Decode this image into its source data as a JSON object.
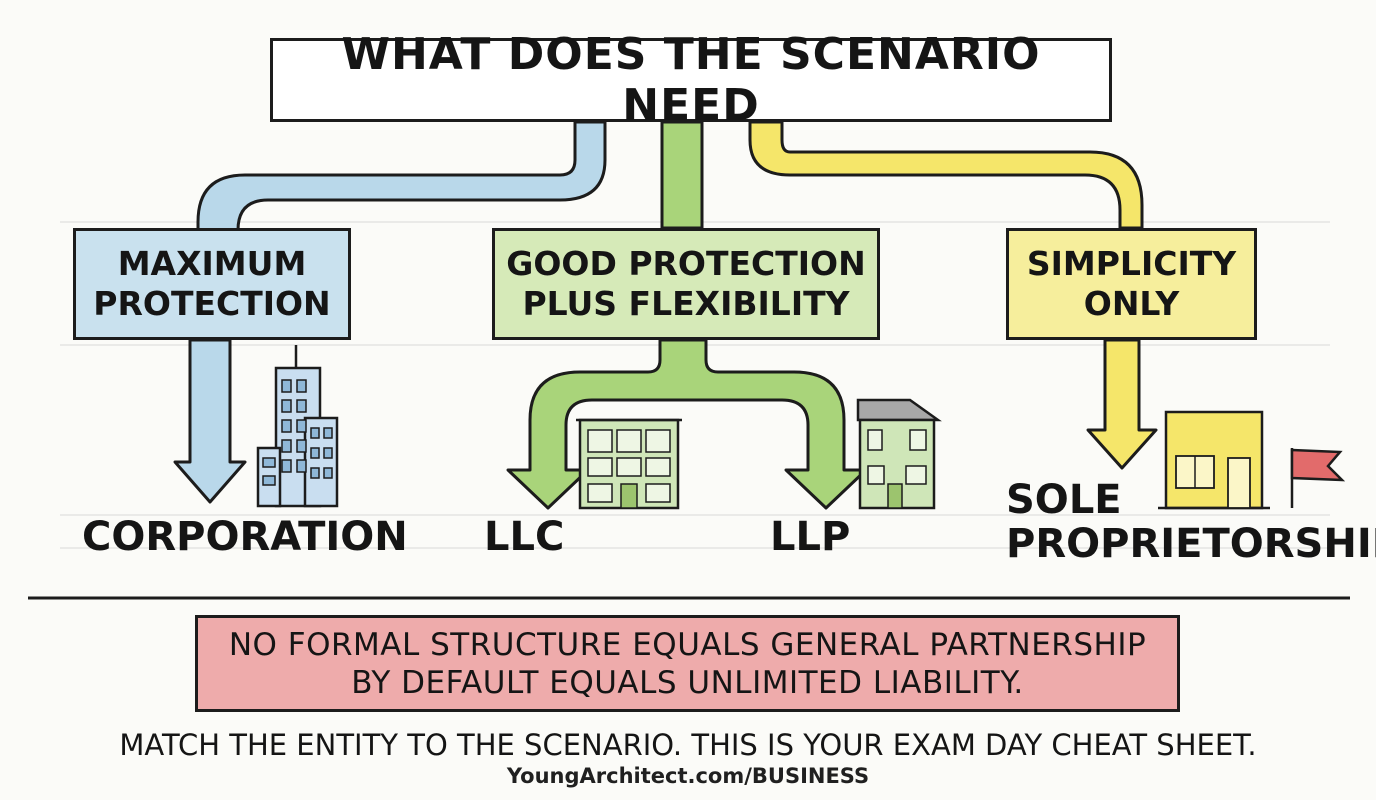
{
  "title": "WHAT DOES THE SCENARIO NEED",
  "needs": [
    {
      "line1": "MAXIMUM",
      "line2": "PROTECTION"
    },
    {
      "line1": "GOOD PROTECTION",
      "line2": "PLUS FLEXIBILITY"
    },
    {
      "line1": "SIMPLICITY",
      "line2": "ONLY"
    }
  ],
  "entities": {
    "corporation": "CORPORATION",
    "llc": "LLC",
    "llp": "LLP",
    "sole_line1": "SOLE",
    "sole_line2": "PROPRIETORSHIP"
  },
  "warning": {
    "line1": "NO FORMAL STRUCTURE EQUALS GENERAL PARTNERSHIP",
    "line2": "BY DEFAULT EQUALS UNLIMITED LIABILITY."
  },
  "footer": {
    "tagline": "MATCH THE ENTITY TO THE SCENARIO. THIS IS YOUR EXAM DAY CHEAT SHEET.",
    "url": "YoungArchitect.com/BUSINESS"
  },
  "colors": {
    "blue": "#b9d8ea",
    "green": "#a9d47a",
    "yellow": "#f5e66a",
    "red": "#eeabab"
  }
}
